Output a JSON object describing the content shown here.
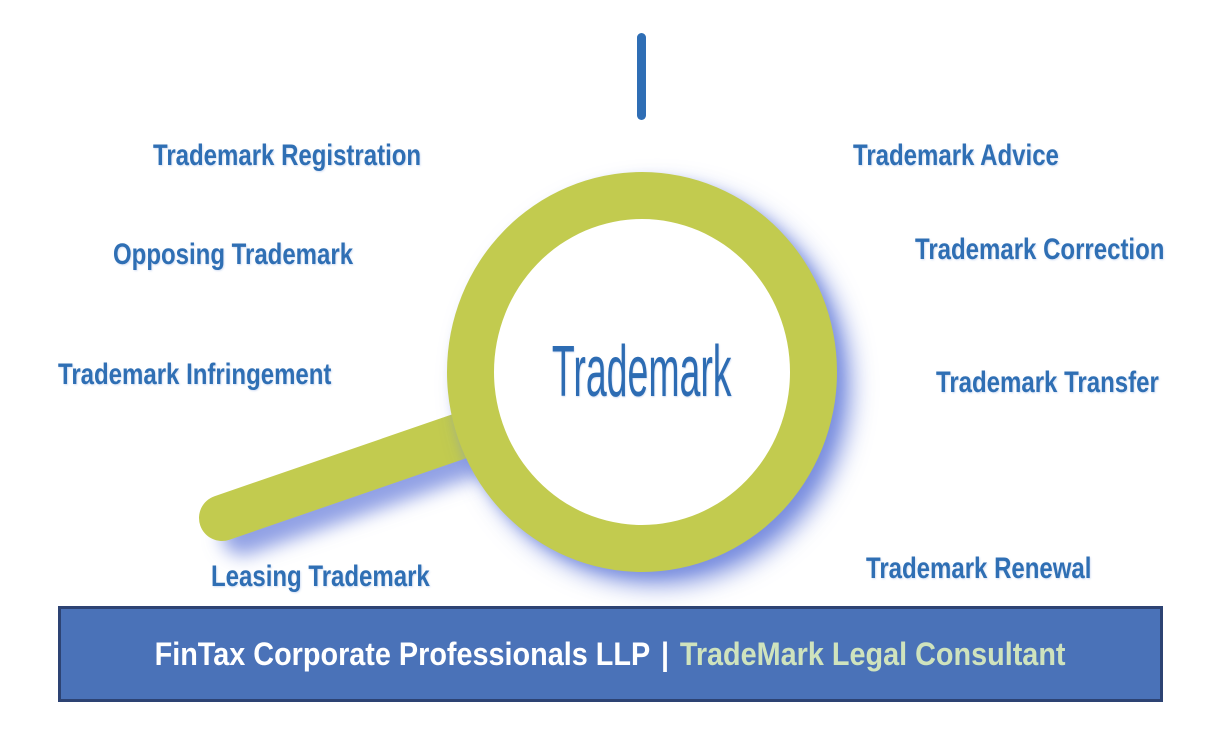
{
  "magnifier": {
    "label": "Trademark",
    "icon": "magnifying-glass"
  },
  "services": {
    "left": [
      {
        "label": "Trademark Registration"
      },
      {
        "label": "Opposing Trademark"
      },
      {
        "label": "Trademark Infringement"
      },
      {
        "label": "Leasing Trademark"
      }
    ],
    "right": [
      {
        "label": "Trademark Advice"
      },
      {
        "label": "Trademark Correction"
      },
      {
        "label": "Trademark Transfer"
      },
      {
        "label": "Trademark Renewal"
      }
    ]
  },
  "footer": {
    "company": "FinTax Corporate Professionals LLP",
    "separator": "|",
    "tagline": "TradeMark Legal Consultant"
  },
  "colors": {
    "magnifier_green": "#c2cb4f",
    "shadow_periwinkle": "#7c90e0",
    "label_blue": "#2f6fb4",
    "lens_text_blue": "#2d6cb3",
    "banner_fill": "#4a72b8",
    "banner_border": "#2d4373",
    "banner_company_text": "#ffffff",
    "banner_tagline_text": "#cfe3bd",
    "background": "#ffffff"
  }
}
